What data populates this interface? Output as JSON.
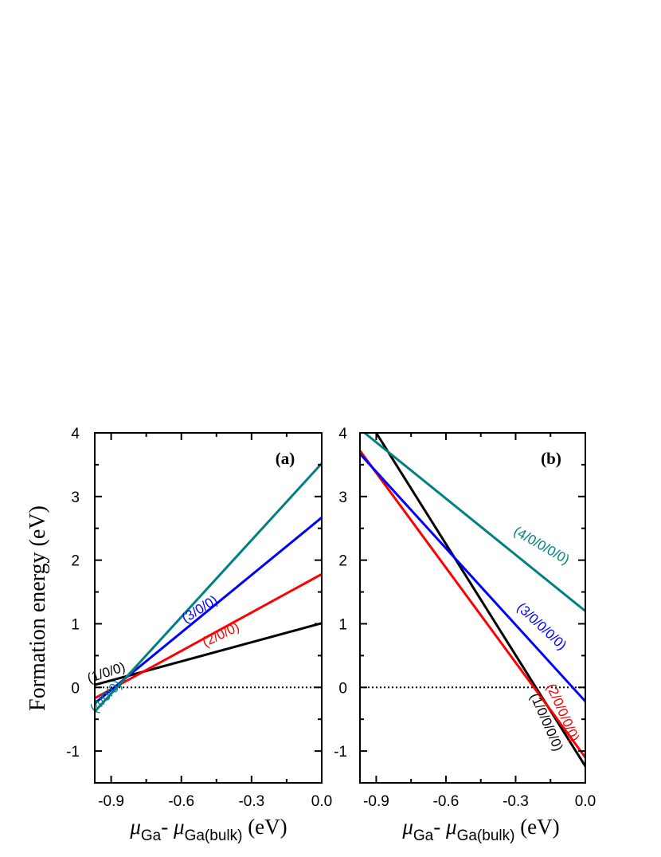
{
  "figure": {
    "ylabel": "Formation energy (eV)",
    "xlabel": {
      "mu1": "μ",
      "sub1": "Ga",
      "dash": "- ",
      "mu2": "μ",
      "sub2": "Ga(bulk)",
      "unit": " (eV)"
    }
  },
  "chart_data": [
    {
      "type": "line",
      "panel_label": "(a)",
      "xlim": [
        -0.97,
        0.0
      ],
      "ylim": [
        -1.5,
        4.0
      ],
      "xticks": [
        -0.9,
        -0.6,
        -0.3,
        0.0
      ],
      "xtick_labels": [
        "-0.9",
        "-0.6",
        "-0.3",
        "0.0"
      ],
      "yticks": [
        -1,
        0,
        1,
        2,
        3,
        4
      ],
      "ytick_labels": [
        "-1",
        "0",
        "1",
        "2",
        "3",
        "4"
      ],
      "reference_line": {
        "y": 0,
        "style": "dotted",
        "color": "#000000"
      },
      "series": [
        {
          "name": "(1/0/0)",
          "color": "#000000",
          "x": [
            -0.97,
            0.0
          ],
          "y": [
            0.04,
            1.01
          ],
          "label_at": {
            "x": -0.92,
            "y": 0.22,
            "angle": -18
          }
        },
        {
          "name": "(2/0/0)",
          "color": "#ff0000",
          "x": [
            -0.97,
            0.0
          ],
          "y": [
            -0.17,
            1.78
          ],
          "label_at": {
            "x": -0.43,
            "y": 0.82,
            "angle": -26
          }
        },
        {
          "name": "(3/0/0)",
          "color": "#0000ff",
          "x": [
            -0.97,
            0.0
          ],
          "y": [
            -0.25,
            2.67
          ],
          "label_at": {
            "x": -0.52,
            "y": 1.22,
            "angle": -32
          }
        },
        {
          "name": "(4/0/0)",
          "color": "#008080",
          "x": [
            -0.97,
            0.0
          ],
          "y": [
            -0.38,
            3.52
          ],
          "label_at": {
            "x": -0.92,
            "y": -0.15,
            "angle": -46
          }
        }
      ]
    },
    {
      "type": "line",
      "panel_label": "(b)",
      "xlim": [
        -0.97,
        0.0
      ],
      "ylim": [
        -1.5,
        4.0
      ],
      "xticks": [
        -0.9,
        -0.6,
        -0.3,
        0.0
      ],
      "xtick_labels": [
        "-0.9",
        "-0.6",
        "-0.3",
        "0.0"
      ],
      "yticks": [
        -1,
        0,
        1,
        2,
        3,
        4
      ],
      "ytick_labels": [
        "-1",
        "0",
        "1",
        "2",
        "3",
        "4"
      ],
      "reference_line": {
        "y": 0,
        "style": "dotted",
        "color": "#000000"
      },
      "series": [
        {
          "name": "(1/0/0/0/0)",
          "color": "#000000",
          "x": [
            -0.9,
            0.0
          ],
          "y": [
            4.0,
            -1.24
          ],
          "label_at": {
            "x": -0.17,
            "y": -0.55,
            "angle": 66
          }
        },
        {
          "name": "(2/0/0/0/0)",
          "color": "#ff0000",
          "x": [
            -0.97,
            0.0
          ],
          "y": [
            3.72,
            -1.1
          ],
          "label_at": {
            "x": -0.1,
            "y": -0.4,
            "angle": 66
          }
        },
        {
          "name": "(3/0/0/0/0)",
          "color": "#0000ff",
          "x": [
            -0.97,
            0.0
          ],
          "y": [
            3.67,
            -0.22
          ],
          "label_at": {
            "x": -0.19,
            "y": 0.95,
            "angle": 43
          }
        },
        {
          "name": "(4/0/0/0/0)",
          "color": "#008080",
          "x": [
            -0.95,
            0.0
          ],
          "y": [
            4.0,
            1.2
          ],
          "label_at": {
            "x": -0.19,
            "y": 2.22,
            "angle": 30
          }
        }
      ]
    }
  ]
}
